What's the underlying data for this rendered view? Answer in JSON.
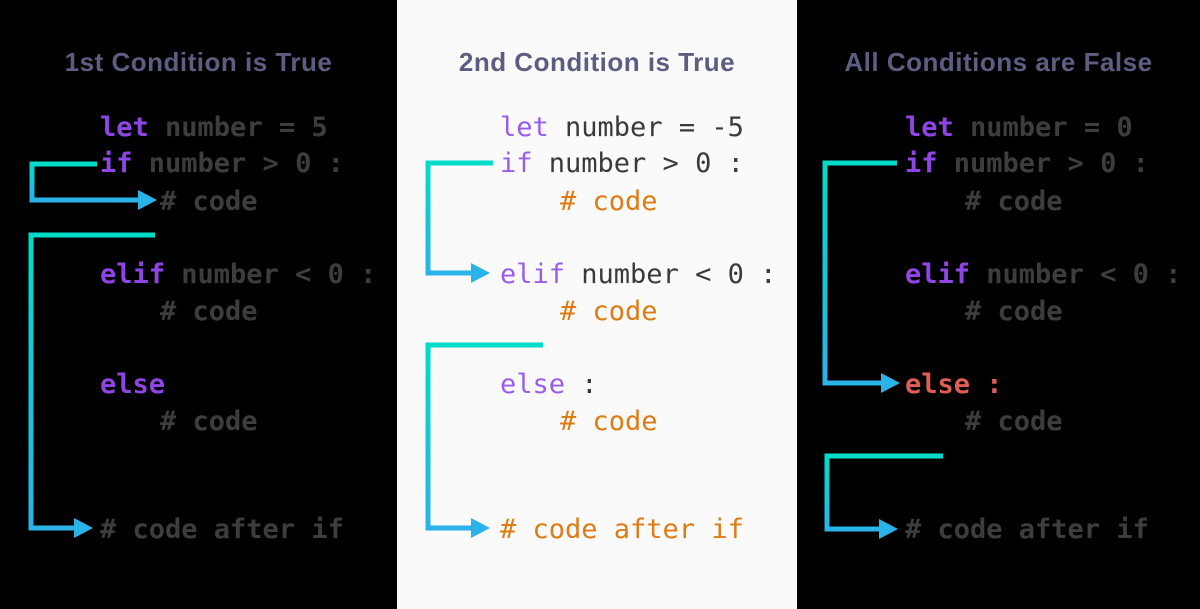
{
  "colors": {
    "background": "#000000",
    "panel_light_bg": "#fafafa",
    "title_text": "#5d5d82",
    "keyword_purple": "#8f45e6",
    "code_gray": "#3a3a3a",
    "comment_orange": "#e5790e",
    "else_red": "#e05d5a",
    "arrow_teal": "#00dcc8",
    "arrow_blue": "#29b3e8"
  },
  "panels": [
    {
      "title": "1st Condition is True",
      "code": {
        "let_kw": "let",
        "let_rest": " number = 5",
        "if_kw": "if",
        "if_rest": " number > 0 :",
        "if_body": "# code",
        "elif_kw": "elif",
        "elif_rest": " number < 0 :",
        "elif_body": "# code",
        "else_kw": "else",
        "else_rest": "",
        "else_color": "purple",
        "else_body": "# code",
        "after_if": "# code after if"
      }
    },
    {
      "title": "2nd Condition is True",
      "code": {
        "let_kw": "let",
        "let_rest": " number = -5",
        "if_kw": "if",
        "if_rest": " number > 0 :",
        "if_body": "# code",
        "elif_kw": "elif",
        "elif_rest": " number < 0 :",
        "elif_body": "# code",
        "else_kw": "else",
        "else_rest": " :",
        "else_color": "purple",
        "else_body": "# code",
        "after_if": "# code after if"
      }
    },
    {
      "title": "All Conditions are False",
      "code": {
        "let_kw": "let",
        "let_rest": " number = 0",
        "if_kw": "if",
        "if_rest": " number > 0 :",
        "if_body": "# code",
        "elif_kw": "elif",
        "elif_rest": " number < 0 :",
        "elif_body": "# code",
        "else_kw": "else :",
        "else_rest": "",
        "else_color": "red",
        "else_body": "# code",
        "after_if": "# code after if"
      }
    }
  ],
  "arrows": [
    {
      "panel": 0,
      "from": "if-condition",
      "to": "if-body"
    },
    {
      "panel": 0,
      "from": "if-body-end",
      "to": "code-after-if"
    },
    {
      "panel": 1,
      "from": "if-condition",
      "to": "elif-condition"
    },
    {
      "panel": 1,
      "from": "elif-body-end",
      "to": "code-after-if"
    },
    {
      "panel": 2,
      "from": "if-condition",
      "to": "else-clause"
    },
    {
      "panel": 2,
      "from": "else-body-end",
      "to": "code-after-if"
    }
  ]
}
